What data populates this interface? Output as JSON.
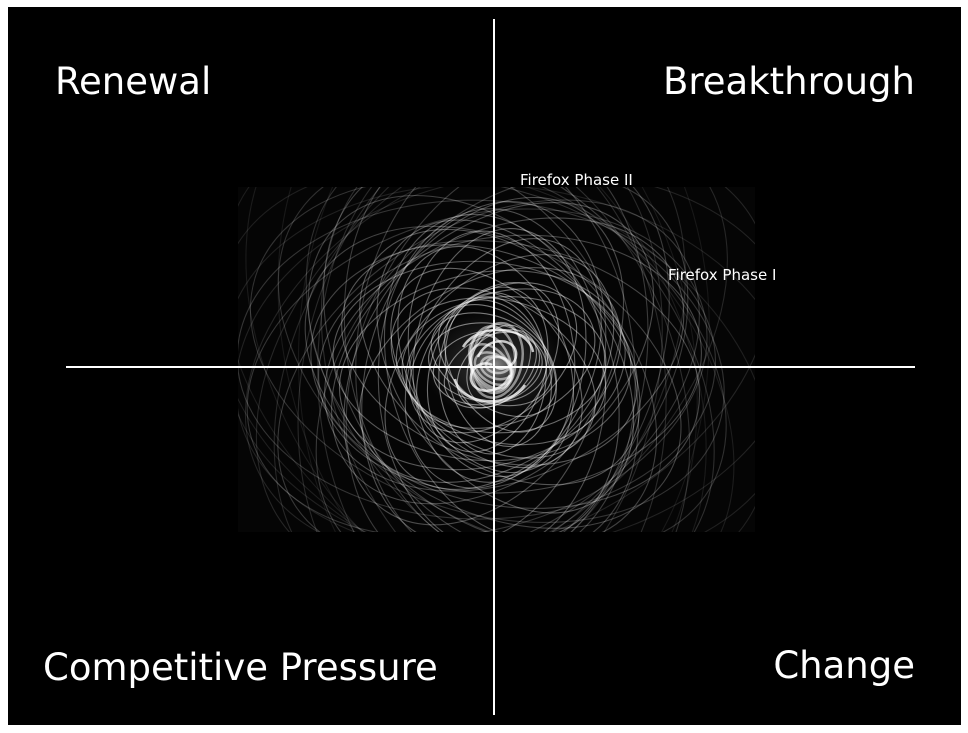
{
  "quadrants": {
    "top_left": "Renewal",
    "top_right": "Breakthrough",
    "bottom_left": "Competitive Pressure",
    "bottom_right": "Change"
  },
  "annotations": {
    "phase_2": "Firefox Phase II",
    "phase_1": "Firefox Phase I"
  },
  "colors": {
    "background": "#000000",
    "foreground": "#ffffff"
  }
}
